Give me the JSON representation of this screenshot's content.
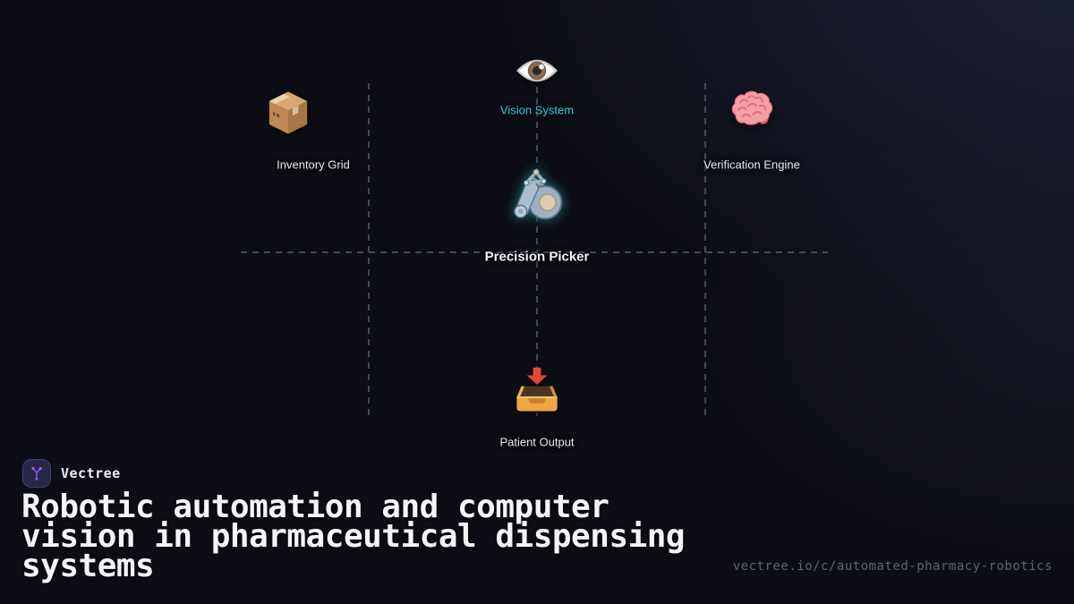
{
  "brand": {
    "name": "Vectree"
  },
  "title": "Robotic automation and computer vision in pharmaceutical dispensing systems",
  "url": "vectree.io/c/automated-pharmacy-robotics",
  "diagram": {
    "accent_cyan": "#2bd3dd",
    "grid_color": "#53585f",
    "nodes": [
      {
        "id": "inventory-grid",
        "label": "Inventory Grid",
        "icon": "package-icon"
      },
      {
        "id": "vision-system",
        "label": "Vision System",
        "icon": "eye-icon",
        "label_color": "#2bd3dd"
      },
      {
        "id": "verification-engine",
        "label": "Verification Engine",
        "icon": "brain-icon"
      },
      {
        "id": "precision-picker",
        "label": "Precision Picker",
        "icon": "mechanical-arm-icon",
        "emphasis": true,
        "glow_color": "#2bd3dd"
      },
      {
        "id": "patient-output",
        "label": "Patient Output",
        "icon": "inbox-tray-icon"
      }
    ]
  }
}
